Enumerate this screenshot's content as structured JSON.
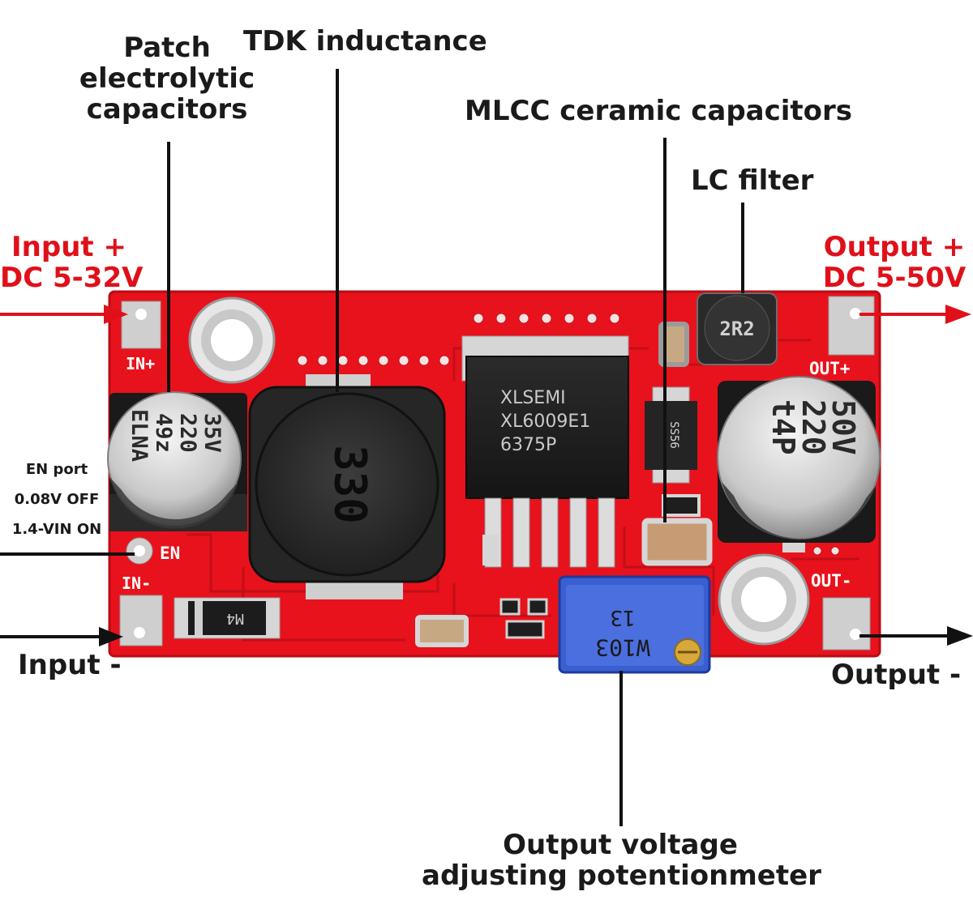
{
  "labels": {
    "patch_caps": [
      "Patch",
      "electrolytic",
      "capacitors"
    ],
    "tdk": "TDK inductance",
    "mlcc": "MLCC ceramic capacitors",
    "lc_filter": "LC filter",
    "input_plus": [
      "Input +",
      "DC 5-32V"
    ],
    "output_plus": [
      "Output +",
      "DC 5-50V"
    ],
    "en_port": [
      "EN port",
      "0.08V OFF",
      "1.4-VIN ON"
    ],
    "input_minus": "Input -",
    "output_minus": "Output -",
    "potentiometer": [
      "Output voltage",
      "adjusting potentionmeter"
    ]
  },
  "board": {
    "silkscreen": {
      "in_plus": "IN+",
      "in_minus": "IN-",
      "en": "EN",
      "out_plus": "OUT+",
      "out_minus": "OUT-"
    },
    "ic": [
      "XLSEMI",
      "XL6009E1",
      "6375P"
    ],
    "input_cap": [
      "ELNA",
      "49z",
      "220",
      "35V"
    ],
    "output_cap": [
      "t4P",
      "220",
      "50V"
    ],
    "inductor": "330",
    "filter_inductor": "2R2",
    "diode": "SS56",
    "input_diode": "M4",
    "trimpot": [
      "13",
      "W103"
    ]
  },
  "colors": {
    "pcb": "#e8121c",
    "arrow_red": "#e0101a",
    "arrow_black": "#111111",
    "trimpot": "#3a5fd0"
  }
}
